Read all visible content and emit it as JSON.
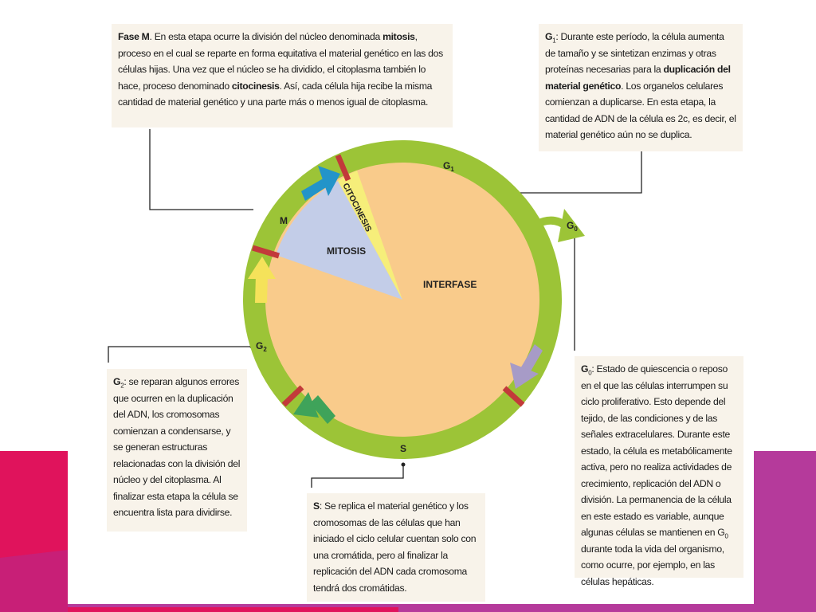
{
  "colors": {
    "ring": "#9cc437",
    "interfase": "#f9cb8b",
    "mitosis": "#c3cde8",
    "citocinesis": "#f6ee7a",
    "marker": "#c23a3a",
    "arrow_blue": "#2394c9",
    "arrow_yellow": "#f5e25a",
    "arrow_green": "#3fa35a",
    "arrow_lilac": "#a79bc7",
    "box_bg": "#f8f3ea",
    "accent_pink": "#e0135c",
    "accent_purple": "#b53a9b"
  },
  "diagram": {
    "phase_labels": {
      "g1": "G",
      "g1_sub": "1",
      "g0": "G",
      "g0_sub": "0",
      "m": "M",
      "g2": "G",
      "g2_sub": "2",
      "s": "S",
      "mitosis": "MITOSIS",
      "interfase": "INTERFASE",
      "citocinesis": "CITOCINESIS"
    }
  },
  "boxes": {
    "fase_m": {
      "title": "Fase M",
      "t1": ". En esta etapa ocurre la división del núcleo denominada ",
      "kw1": "mitosis",
      "t2": ", proceso en el cual se reparte en forma equitativa el material genético en las dos células hijas. Una vez que el núcleo se ha dividido, el citoplasma también lo hace, proceso denominado ",
      "kw2": "citocinesis",
      "t3": ". Así, cada célula hija recibe la misma cantidad de material genético y una parte más o menos igual de citoplasma."
    },
    "g1": {
      "title": "G",
      "sub": "1",
      "t1": ": Durante este período, la célula aumenta de tamaño y se sintetizan enzimas y otras proteínas necesarias para la ",
      "kw1": "duplicación del material genético",
      "t2": ". Los organelos celulares comienzan a duplicarse. En esta etapa, la cantidad de ADN de la célula es 2c, es decir, el material genético aún no se duplica."
    },
    "g2": {
      "title": "G",
      "sub": "2",
      "t1": ": se reparan algunos errores que ocurren en la duplicación del ADN, los cromosomas comienzan a condensarse, y se generan estructuras relacionadas con la división del núcleo y del citoplasma. Al finalizar esta etapa la célula se encuentra lista para dividirse."
    },
    "s": {
      "title": "S",
      "t1": ": Se replica el material genético y los cromosomas de las células que han iniciado el ciclo celular cuentan solo con una cromátida, pero al finalizar la replicación del ADN cada cromosoma tendrá dos cromátidas."
    },
    "g0": {
      "title": "G",
      "sub": "0",
      "t1": ": Estado de quiescencia o reposo en el que las células interrumpen su ciclo proliferativo. Esto depende del tejido, de las condiciones y de las señales extracelulares. Durante este estado, la célula es metabólicamente activa, pero no realiza actividades de crecimiento, replicación del ADN o división. La permanencia de la célula en este estado es variable, aunque algunas células se mantienen en G",
      "t1_sub": "0",
      "t2": " durante toda la vida del organismo, como ocurre, por ejemplo, en las células hepáticas."
    }
  }
}
